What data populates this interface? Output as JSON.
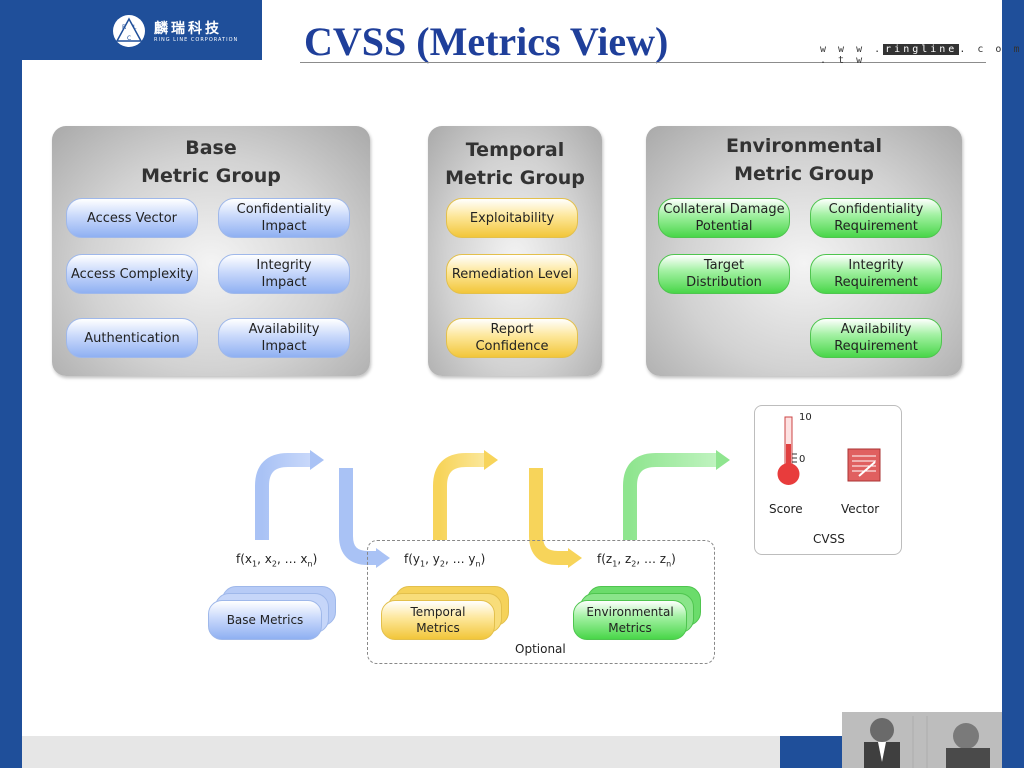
{
  "header": {
    "logo_cn": "麟瑞科技",
    "logo_en": "RING LINE CORPORATION",
    "logo_letters": [
      "R",
      "L",
      "C"
    ],
    "title": "CVSS (Metrics View)",
    "url_prefix": "w w w .",
    "url_brand": "ringline",
    "url_suffix": ". c o m . t w"
  },
  "groups": {
    "base": {
      "title": "Base\nMetric Group",
      "items": [
        "Access Vector",
        "Confidentiality\nImpact",
        "Access Complexity",
        "Integrity\nImpact",
        "Authentication",
        "Availability\nImpact"
      ]
    },
    "temporal": {
      "title": "Temporal\nMetric Group",
      "items": [
        "Exploitability",
        "Remediation Level",
        "Report\nConfidence"
      ]
    },
    "environmental": {
      "title": "Environmental\nMetric Group",
      "items": [
        "Collateral Damage\nPotential",
        "Confidentiality\nRequirement",
        "Target\nDistribution",
        "Integrity\nRequirement",
        "Availability\nRequirement"
      ]
    }
  },
  "flow": {
    "func_base": [
      "f(x",
      "1",
      ", x",
      "2",
      ", … x",
      "n",
      ")"
    ],
    "func_temporal": [
      "f(y",
      "1",
      ", y",
      "2",
      ", … y",
      "n",
      ")"
    ],
    "func_environmental": [
      "f(z",
      "1",
      ", z",
      "2",
      ", … z",
      "n",
      ")"
    ],
    "stack_base": "Base Metrics",
    "stack_temporal": "Temporal\nMetrics",
    "stack_environmental": "Environmental\nMetrics",
    "optional_label": "Optional"
  },
  "cvss": {
    "scale_max": "10",
    "scale_min": "0",
    "score_label": "Score",
    "vector_label": "Vector",
    "box_label": "CVSS"
  },
  "colors": {
    "frame_blue": "#1f4f9a",
    "title_blue": "#1f3f9a",
    "blue_accent": "#8fb0f2",
    "yellow_accent": "#f2c63a",
    "green_accent": "#49d649",
    "vector_red": "#e06060"
  }
}
